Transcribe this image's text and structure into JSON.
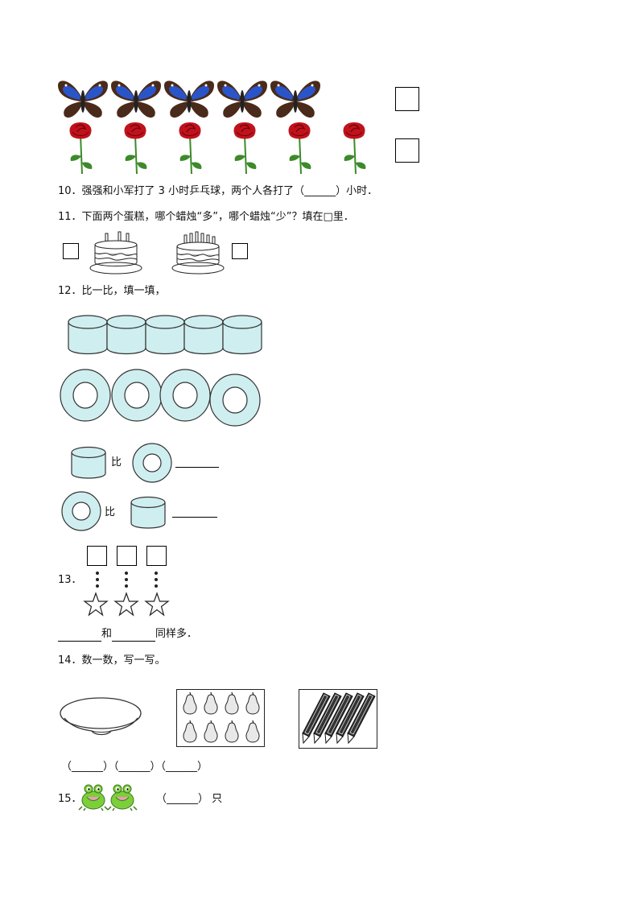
{
  "questions": {
    "q10": {
      "number": "10．",
      "text": "强强和小军打了 3 小时乒乓球，两个人各打了（______）小时．"
    },
    "q11": {
      "number": "11．",
      "text": "下面两个蛋糕，哪个蜡烛“多”，哪个蜡烛“少”？填在□里．"
    },
    "q12": {
      "number": "12．",
      "text": "比一比，填一填，",
      "compare_word_1": "比",
      "compare_word_2": "比"
    },
    "q13": {
      "number": "13．",
      "and_word": "和",
      "suffix": "同样多．"
    },
    "q14": {
      "number": "14．",
      "text": "数一数，写一写。",
      "answers": "（______）（______）（______）"
    },
    "q15": {
      "number": "15．",
      "answer": "（______）  只"
    }
  },
  "colors": {
    "cyan_fill": "#cfeef0",
    "rose_red": "#c0121c",
    "stem_green": "#3c8a2a",
    "butterfly_blue": "#2a55c8",
    "butterfly_brown": "#4a2a1a",
    "frog_green": "#7ccf3a"
  },
  "icons": [
    "butterfly-icon",
    "rose-icon",
    "cake-icon",
    "cylinder-icon",
    "ring-icon",
    "star-icon",
    "plate-icon",
    "pear-icon",
    "pencil-icon",
    "frog-icon"
  ]
}
